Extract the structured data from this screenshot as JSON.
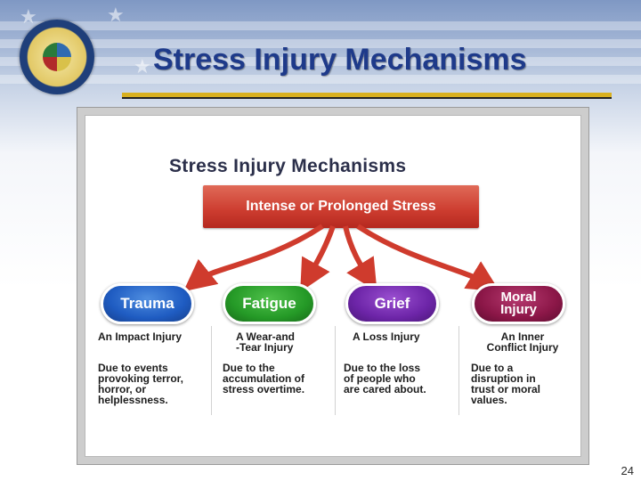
{
  "slide": {
    "title": "Stress Injury Mechanisms",
    "page_number": "24"
  },
  "diagram": {
    "title": "Stress Injury Mechanisms",
    "source": "Intense or Prolonged Stress",
    "mechanisms": [
      {
        "name": "Trauma",
        "color": "#1f5cc2",
        "subtitle": [
          "An Impact Injury"
        ],
        "description": [
          "Due to events",
          "provoking terror,",
          "horror, or",
          "helplessness."
        ]
      },
      {
        "name": "Fatigue",
        "color": "#259a27",
        "subtitle": [
          "A Wear-and",
          "-Tear Injury"
        ],
        "description": [
          "Due to the",
          "accumulation of",
          "stress overtime."
        ]
      },
      {
        "name": "Grief",
        "color": "#6d25a8",
        "subtitle": [
          "A Loss Injury"
        ],
        "description": [
          "Due to the loss",
          "of people who",
          "are cared about."
        ]
      },
      {
        "name_lines": [
          "Moral",
          "Injury"
        ],
        "color": "#8c1748",
        "subtitle": [
          "An Inner",
          "Conflict Injury"
        ],
        "description": [
          "Due to a",
          "disruption in",
          "trust or moral",
          "values."
        ]
      }
    ]
  }
}
